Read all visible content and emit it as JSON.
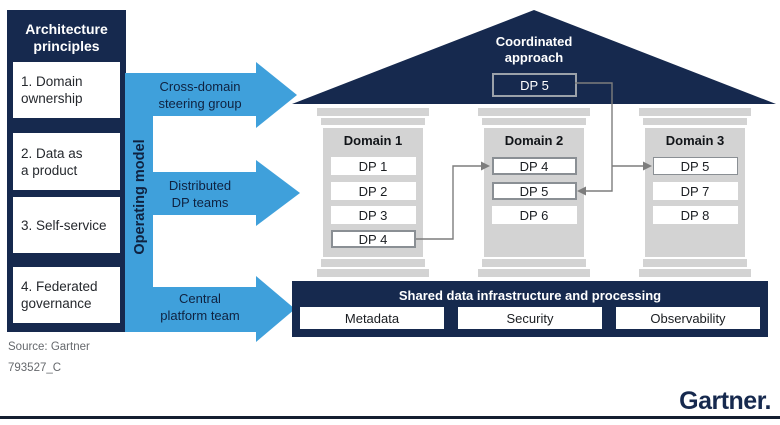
{
  "sidebar": {
    "title": "Architecture\nprinciples",
    "items": [
      {
        "label": "1. Domain\nownership"
      },
      {
        "label": "2. Data as\na product"
      },
      {
        "label": "3. Self-service"
      },
      {
        "label": "4. Federated\ngovernance"
      }
    ]
  },
  "operating_model": {
    "label": "Operating model",
    "arrows": [
      {
        "label": "Cross-domain\nsteering group"
      },
      {
        "label": "Distributed\nDP teams"
      },
      {
        "label": "Central\nplatform team"
      }
    ]
  },
  "roof": {
    "title": "Coordinated\napproach",
    "dp_label": "DP 5"
  },
  "domains": [
    {
      "name": "Domain 1",
      "products": [
        {
          "label": "DP 1",
          "highlighted": false
        },
        {
          "label": "DP 2",
          "highlighted": false
        },
        {
          "label": "DP 3",
          "highlighted": false
        },
        {
          "label": "DP 4",
          "highlighted": true
        }
      ]
    },
    {
      "name": "Domain 2",
      "products": [
        {
          "label": "DP 4",
          "highlighted": true
        },
        {
          "label": "DP 5",
          "highlighted": true
        },
        {
          "label": "DP 6",
          "highlighted": false
        }
      ]
    },
    {
      "name": "Domain 3",
      "products": [
        {
          "label": "DP 5",
          "highlighted": true
        },
        {
          "label": "DP 7",
          "highlighted": false
        },
        {
          "label": "DP 8",
          "highlighted": false
        }
      ]
    }
  ],
  "infrastructure": {
    "title": "Shared data infrastructure and processing",
    "components": [
      "Metadata",
      "Security",
      "Observability"
    ]
  },
  "footer": {
    "source_line": "Source: Gartner",
    "figure_id": "793527_C",
    "logo_text": "Gartner."
  },
  "colors": {
    "navy": "#16294E",
    "arrow_blue": "#3FA0DB",
    "pillar_gray": "#D3D3D3",
    "connector_gray": "#7D7D7D",
    "highlight_border": "#8A8F94",
    "source_text": "#66696D"
  }
}
